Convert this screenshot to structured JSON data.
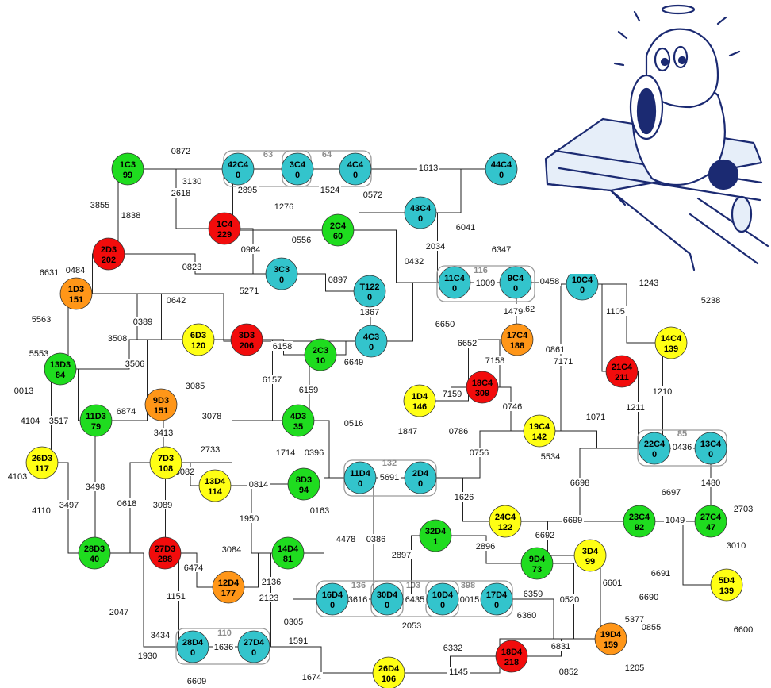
{
  "colors": {
    "green": "#1fdc1f",
    "red": "#f20c0c",
    "cyan": "#33c4cc",
    "yellow": "#ffff14",
    "orange": "#ff9618"
  },
  "cartoon": {
    "icon": "worried-angel-on-pipe-icon"
  },
  "nodes": [
    {
      "id": "1C3",
      "val": "99",
      "color": "green"
    },
    {
      "id": "42C4",
      "val": "0",
      "color": "cyan"
    },
    {
      "id": "3C4",
      "val": "0",
      "color": "cyan"
    },
    {
      "id": "4C4",
      "val": "0",
      "color": "cyan"
    },
    {
      "id": "44C4",
      "val": "0",
      "color": "cyan"
    },
    {
      "id": "43C4",
      "val": "0",
      "color": "cyan"
    },
    {
      "id": "2D3",
      "val": "202",
      "color": "red"
    },
    {
      "id": "1C4",
      "val": "229",
      "color": "red"
    },
    {
      "id": "2C4",
      "val": "60",
      "color": "green"
    },
    {
      "id": "3C3",
      "val": "0",
      "color": "cyan"
    },
    {
      "id": "T122",
      "val": "0",
      "color": "cyan"
    },
    {
      "id": "11C4",
      "val": "0",
      "color": "cyan"
    },
    {
      "id": "9C4",
      "val": "0",
      "color": "cyan"
    },
    {
      "id": "10C4",
      "val": "0",
      "color": "cyan"
    },
    {
      "id": "1D3",
      "val": "151",
      "color": "orange"
    },
    {
      "id": "6D3",
      "val": "120",
      "color": "yellow"
    },
    {
      "id": "3D3",
      "val": "206",
      "color": "red"
    },
    {
      "id": "2C3",
      "val": "10",
      "color": "green"
    },
    {
      "id": "4C3",
      "val": "0",
      "color": "cyan"
    },
    {
      "id": "17C4",
      "val": "188",
      "color": "orange"
    },
    {
      "id": "14C4",
      "val": "139",
      "color": "yellow"
    },
    {
      "id": "21C4",
      "val": "211",
      "color": "red"
    },
    {
      "id": "13D3",
      "val": "84",
      "color": "green"
    },
    {
      "id": "18C4",
      "val": "309",
      "color": "red"
    },
    {
      "id": "9D3",
      "val": "151",
      "color": "orange"
    },
    {
      "id": "1D4",
      "val": "146",
      "color": "yellow"
    },
    {
      "id": "11D3",
      "val": "79",
      "color": "green"
    },
    {
      "id": "4D3",
      "val": "35",
      "color": "green"
    },
    {
      "id": "19C4",
      "val": "142",
      "color": "yellow"
    },
    {
      "id": "22C4",
      "val": "0",
      "color": "cyan"
    },
    {
      "id": "13C4",
      "val": "0",
      "color": "cyan"
    },
    {
      "id": "26D3",
      "val": "117",
      "color": "yellow"
    },
    {
      "id": "7D3",
      "val": "108",
      "color": "yellow"
    },
    {
      "id": "13D4",
      "val": "114",
      "color": "yellow"
    },
    {
      "id": "8D3",
      "val": "94",
      "color": "green"
    },
    {
      "id": "11D4",
      "val": "0",
      "color": "cyan"
    },
    {
      "id": "2D4",
      "val": "0",
      "color": "cyan"
    },
    {
      "id": "24C4",
      "val": "122",
      "color": "yellow"
    },
    {
      "id": "23C4",
      "val": "92",
      "color": "green"
    },
    {
      "id": "27C4",
      "val": "47",
      "color": "green"
    },
    {
      "id": "32D4",
      "val": "1",
      "color": "green"
    },
    {
      "id": "28D3",
      "val": "40",
      "color": "green"
    },
    {
      "id": "27D3",
      "val": "288",
      "color": "red"
    },
    {
      "id": "14D4",
      "val": "81",
      "color": "green"
    },
    {
      "id": "9D4",
      "val": "73",
      "color": "green"
    },
    {
      "id": "3D4",
      "val": "99",
      "color": "yellow"
    },
    {
      "id": "12D4",
      "val": "177",
      "color": "orange"
    },
    {
      "id": "5D4",
      "val": "139",
      "color": "yellow"
    },
    {
      "id": "16D4",
      "val": "0",
      "color": "cyan"
    },
    {
      "id": "30D4",
      "val": "0",
      "color": "cyan"
    },
    {
      "id": "10D4",
      "val": "0",
      "color": "cyan"
    },
    {
      "id": "17D4",
      "val": "0",
      "color": "cyan"
    },
    {
      "id": "18D4",
      "val": "218",
      "color": "red"
    },
    {
      "id": "19D4",
      "val": "159",
      "color": "orange"
    },
    {
      "id": "28D4",
      "val": "0",
      "color": "cyan"
    },
    {
      "id": "27D4",
      "val": "0",
      "color": "cyan"
    },
    {
      "id": "26D4",
      "val": "106",
      "color": "yellow"
    }
  ],
  "groups": [
    "63",
    "64",
    "116",
    "132",
    "85",
    "136",
    "103",
    "398",
    "110"
  ],
  "edge_labels": [
    "0872",
    "2895",
    "1524",
    "1613",
    "3130",
    "2618",
    "1276",
    "0572",
    "3855",
    "1838",
    "0556",
    "2034",
    "6041",
    "6347",
    "0964",
    "0432",
    "0823",
    "0484",
    "6631",
    "3C3-0897",
    "1009",
    "0458",
    "1243",
    "5271",
    "1367",
    "7162",
    "0642",
    "5563",
    "0389",
    "6650",
    "1479",
    "1105",
    "5238",
    "3508",
    "6158",
    "6649",
    "6652",
    "5553",
    "3506",
    "6157",
    "0861",
    "7171",
    "7158",
    "0013",
    "3085",
    "7159",
    "6874",
    "6159",
    "0746",
    "1210",
    "4104",
    "3517",
    "0516",
    "1071",
    "1211",
    "3413",
    "3078",
    "1847",
    "0786",
    "0436",
    "2733",
    "1714",
    "0396",
    "0756",
    "5534",
    "4103",
    "3082",
    "0814",
    "5691",
    "3498",
    "3089",
    "6698",
    "0618",
    "3497",
    "0163",
    "1626",
    "4110",
    "6697",
    "1950",
    "6699",
    "1049",
    "2703",
    "4478",
    "0386",
    "6692",
    "3010",
    "2897",
    "2896",
    "3084",
    "6474",
    "2136",
    "6601",
    "6691",
    "2123",
    "3616",
    "6435",
    "0015",
    "6359",
    "0520",
    "1151",
    "6690",
    "2047",
    "5377",
    "0855",
    "0305",
    "2053",
    "6600",
    "3434",
    "1636",
    "1591",
    "6360",
    "6831",
    "1930",
    "6332",
    "1674",
    "1145",
    "0852",
    "1205",
    "6609",
    "1480"
  ]
}
